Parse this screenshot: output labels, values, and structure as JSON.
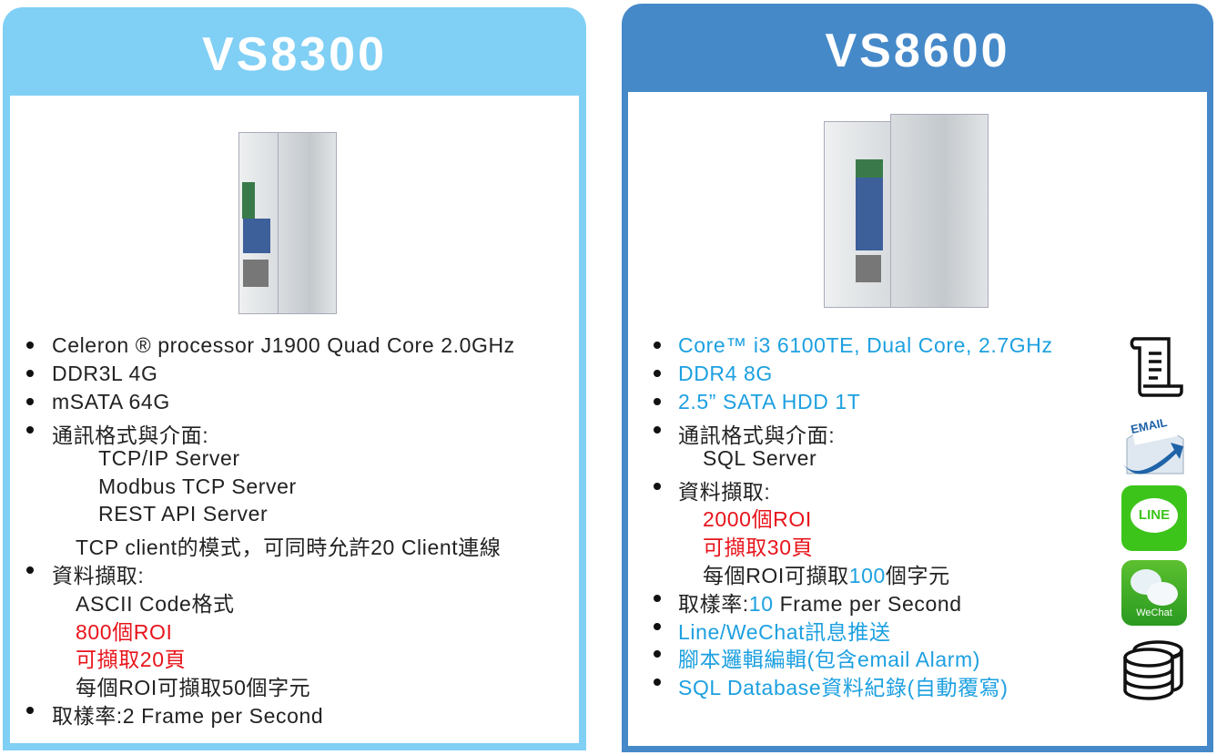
{
  "vs8300": {
    "title": "VS8300",
    "specs": [
      "Celeron ® processor J1900 Quad Core 2.0GHz",
      "DDR3L 4G",
      "mSATA 64G",
      "通訊格式與介面:"
    ],
    "interfaces": [
      "TCP/IP Server",
      "Modbus TCP Server",
      "REST API Server"
    ],
    "client_note": "TCP client的模式，可同時允許20  Client連線",
    "capture_label": "資料擷取:",
    "capture": [
      "ASCII Code格式",
      "800個ROI",
      "可擷取20頁",
      "每個ROI可擷取50個字元"
    ],
    "sampling": "取樣率:2 Frame per Second"
  },
  "vs8600": {
    "title": "VS8600",
    "specs": [
      "Core™ i3 6100TE, Dual Core, 2.7GHz",
      "DDR4 8G",
      "2.5” SATA HDD 1T",
      "通訊格式與介面:"
    ],
    "interfaces": [
      "SQL Server"
    ],
    "capture_label": "資料擷取:",
    "capture": [
      "2000個ROI",
      "可擷取30頁"
    ],
    "roi_pre": "每個ROI可擷取",
    "roi_num": "100",
    "roi_post": "個字元",
    "sampling_pre": "取樣率:",
    "sampling_num": "10",
    "sampling_post": " Frame per Second",
    "features": [
      "Line/WeChat訊息推送",
      "腳本邏輯編輯(包含email Alarm)",
      "SQL Database資料紀錄(自動覆寫)"
    ],
    "icons": {
      "email": "EMAIL",
      "line": "LINE",
      "wechat": "WeChat"
    }
  },
  "colors": {
    "left_header": "#80cff5",
    "right_header": "#4589c9",
    "highlight_red": "#e8141b",
    "highlight_blue": "#1da0e0"
  }
}
